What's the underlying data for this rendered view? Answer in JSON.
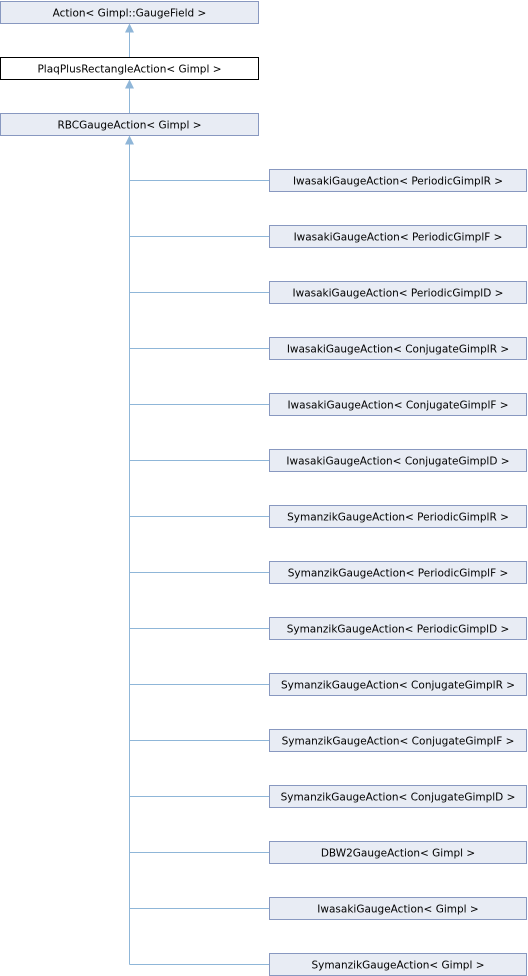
{
  "diagram": {
    "type": "class-inheritance",
    "ancestors": [
      {
        "id": "action",
        "label": "Action< Gimpl::GaugeField >",
        "current": false,
        "interactable": true
      },
      {
        "id": "plaqplusrect",
        "label": "PlaqPlusRectangleAction< Gimpl >",
        "current": true,
        "interactable": false
      },
      {
        "id": "rbcgauge",
        "label": "RBCGaugeAction< Gimpl >",
        "current": false,
        "interactable": true
      }
    ],
    "children": [
      {
        "id": "iwasaki-periodic-r",
        "label": "IwasakiGaugeAction< PeriodicGimplR >"
      },
      {
        "id": "iwasaki-periodic-f",
        "label": "IwasakiGaugeAction< PeriodicGimplF >"
      },
      {
        "id": "iwasaki-periodic-d",
        "label": "IwasakiGaugeAction< PeriodicGimplD >"
      },
      {
        "id": "iwasaki-conjugate-r",
        "label": "IwasakiGaugeAction< ConjugateGimplR >"
      },
      {
        "id": "iwasaki-conjugate-f",
        "label": "IwasakiGaugeAction< ConjugateGimplF >"
      },
      {
        "id": "iwasaki-conjugate-d",
        "label": "IwasakiGaugeAction< ConjugateGimplD >"
      },
      {
        "id": "symanzik-periodic-r",
        "label": "SymanzikGaugeAction< PeriodicGimplR >"
      },
      {
        "id": "symanzik-periodic-f",
        "label": "SymanzikGaugeAction< PeriodicGimplF >"
      },
      {
        "id": "symanzik-periodic-d",
        "label": "SymanzikGaugeAction< PeriodicGimplD >"
      },
      {
        "id": "symanzik-conjugate-r",
        "label": "SymanzikGaugeAction< ConjugateGimplR >"
      },
      {
        "id": "symanzik-conjugate-f",
        "label": "SymanzikGaugeAction< ConjugateGimplF >"
      },
      {
        "id": "symanzik-conjugate-d",
        "label": "SymanzikGaugeAction< ConjugateGimplD >"
      },
      {
        "id": "dbw2",
        "label": "DBW2GaugeAction< Gimpl >"
      },
      {
        "id": "iwasaki-gimpl",
        "label": "IwasakiGaugeAction< Gimpl >"
      },
      {
        "id": "symanzik-gimpl",
        "label": "SymanzikGaugeAction< Gimpl >"
      }
    ],
    "colors": {
      "node_fill": "#e8ecf4",
      "node_border": "#8898c0",
      "current_fill": "#ffffff",
      "current_border": "#000000",
      "edge": "#8fb6d8"
    }
  }
}
